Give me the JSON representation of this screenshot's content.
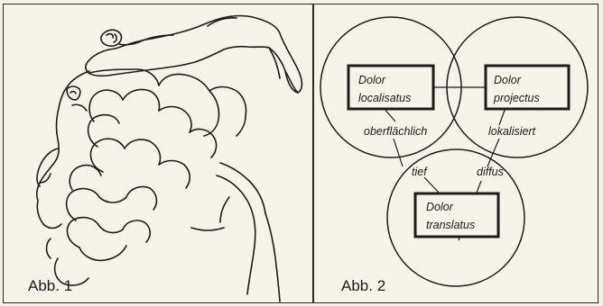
{
  "figure1": {
    "caption": "Abb. 1"
  },
  "figure2": {
    "caption": "Abb. 2",
    "boxes": [
      {
        "line1": "Dolor",
        "line2": "localisatus"
      },
      {
        "line1": "Dolor",
        "line2": "projectus"
      },
      {
        "line1": "Dolor",
        "line2": "translatus"
      }
    ],
    "labels": {
      "superficial": "oberflächlich",
      "localized": "lokalisiert",
      "deep": "tief",
      "diffuse": "diffus"
    }
  }
}
